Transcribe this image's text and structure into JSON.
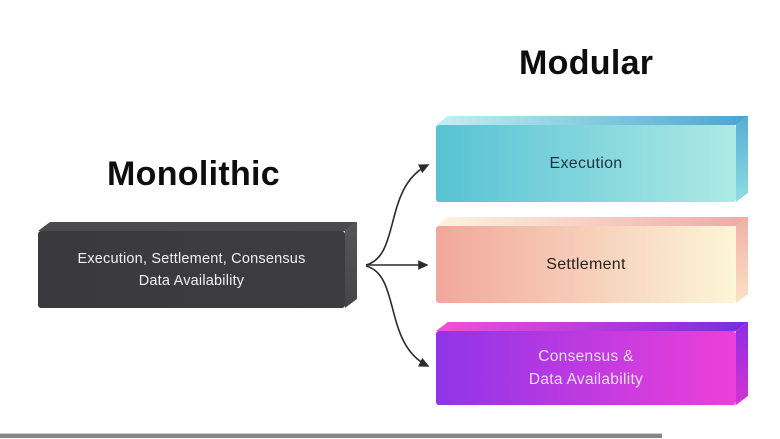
{
  "headings": {
    "left": "Monolithic",
    "right": "Modular"
  },
  "monolithic_box": {
    "line1": "Execution, Settlement, Consensus",
    "line2": "Data Availability"
  },
  "modular_boxes": [
    {
      "id": "execution",
      "line1": "Execution",
      "line2": "",
      "color_left": "#57c2d4",
      "color_right": "#adeae5",
      "text_color": "#1d3340"
    },
    {
      "id": "settlement",
      "line1": "Settlement",
      "line2": "",
      "color_left": "#f1a79c",
      "color_right": "#fdf6d6",
      "text_color": "#26211f"
    },
    {
      "id": "consensus",
      "line1": "Consensus &",
      "line2": "Data Availability",
      "color_left": "#8f35e8",
      "color_right": "#ee3fd9",
      "text_color": "#eadef6"
    }
  ],
  "colors": {
    "monolithic_front": "#3a3a3c",
    "monolithic_text": "#f1f1f1",
    "arrow": "#2b2b2b",
    "background": "#ffffff",
    "bottom_bar": "#85858a"
  }
}
